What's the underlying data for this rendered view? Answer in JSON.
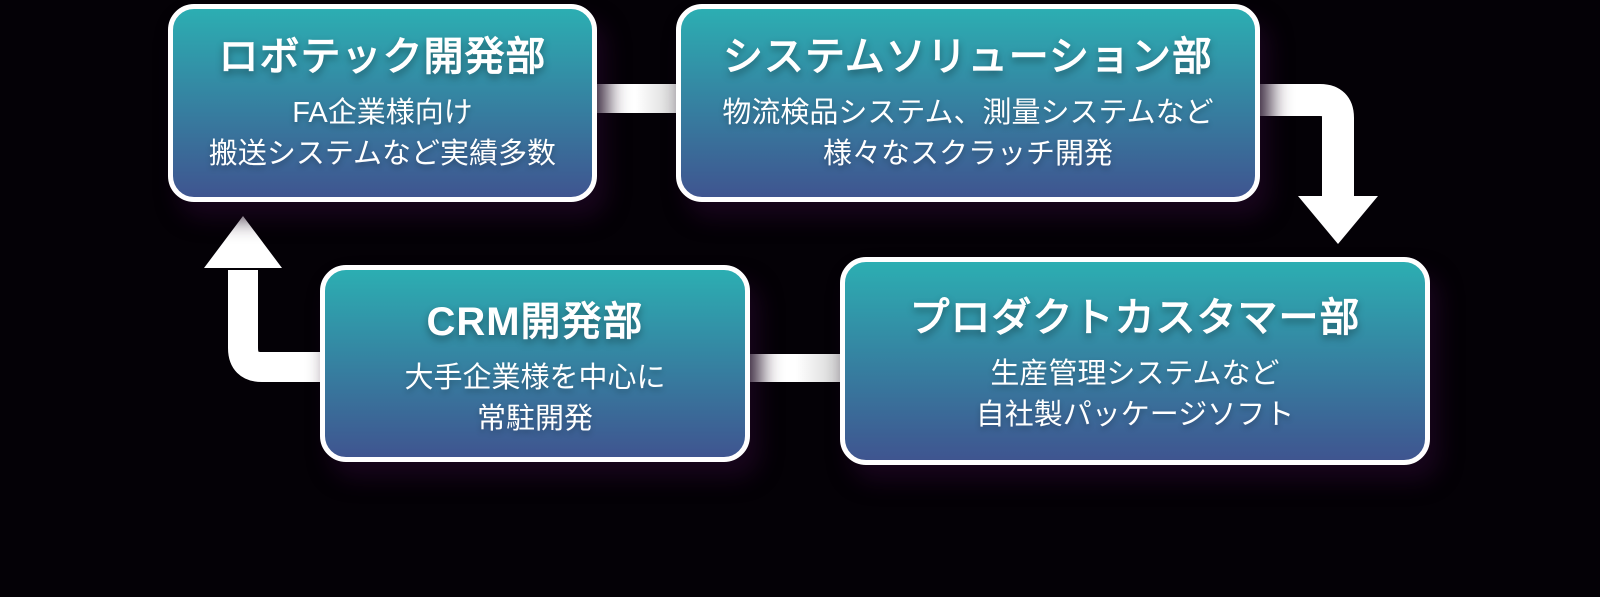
{
  "diagram": {
    "type": "cycle-flow",
    "description_of_flow": "robotech -> system-solution -> product-customer -> crm -> robotech",
    "boxes": [
      {
        "id": "robotech",
        "title": "ロボテック開発部",
        "lines": [
          "FA企業様向け",
          "搬送システムなど実績多数"
        ]
      },
      {
        "id": "system-solution",
        "title": "システムソリューション部",
        "lines": [
          "物流検品システム、測量システムなど",
          "様々なスクラッチ開発"
        ]
      },
      {
        "id": "crm",
        "title": "CRM開発部",
        "lines": [
          "大手企業様を中心に",
          "常駐開発"
        ]
      },
      {
        "id": "product-customer",
        "title": "プロダクトカスタマー部",
        "lines": [
          "生産管理システムなど",
          "自社製パッケージソフト"
        ]
      }
    ],
    "connections": [
      {
        "from": "robotech",
        "to": "system-solution",
        "style": "plain-bar"
      },
      {
        "from": "system-solution",
        "to": "product-customer",
        "style": "elbow-arrow-down"
      },
      {
        "from": "product-customer",
        "to": "crm",
        "style": "plain-bar"
      },
      {
        "from": "crm",
        "to": "robotech",
        "style": "elbow-arrow-up"
      }
    ]
  },
  "colors": {
    "background": "#040106",
    "box_gradient_top": "#2caeb2",
    "box_gradient_bottom": "#3f5590",
    "box_border": "#ffffff",
    "arrow": "#ffffff",
    "text": "#ffffff"
  }
}
